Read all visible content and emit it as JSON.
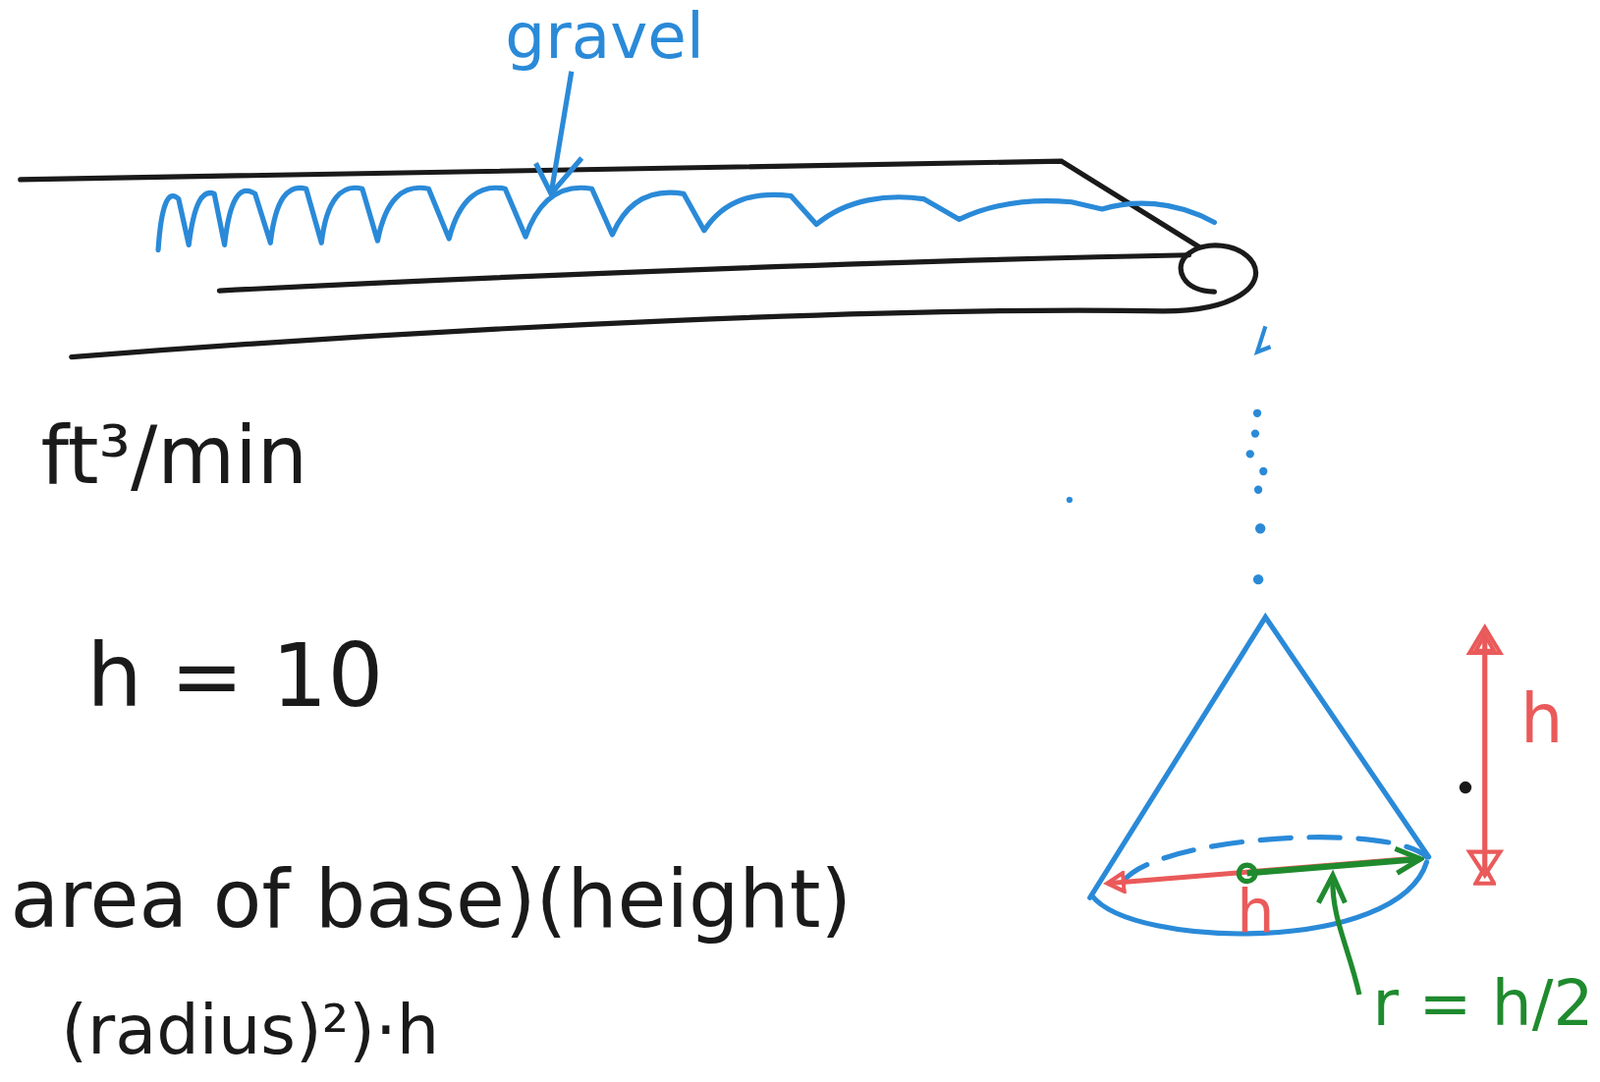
{
  "diagram": {
    "labels": [
      "gravel",
      "ft³/min",
      "h = 10",
      "area of base)(height)",
      "(radius)²)·h",
      "h",
      "h",
      "r = h/2"
    ]
  }
}
